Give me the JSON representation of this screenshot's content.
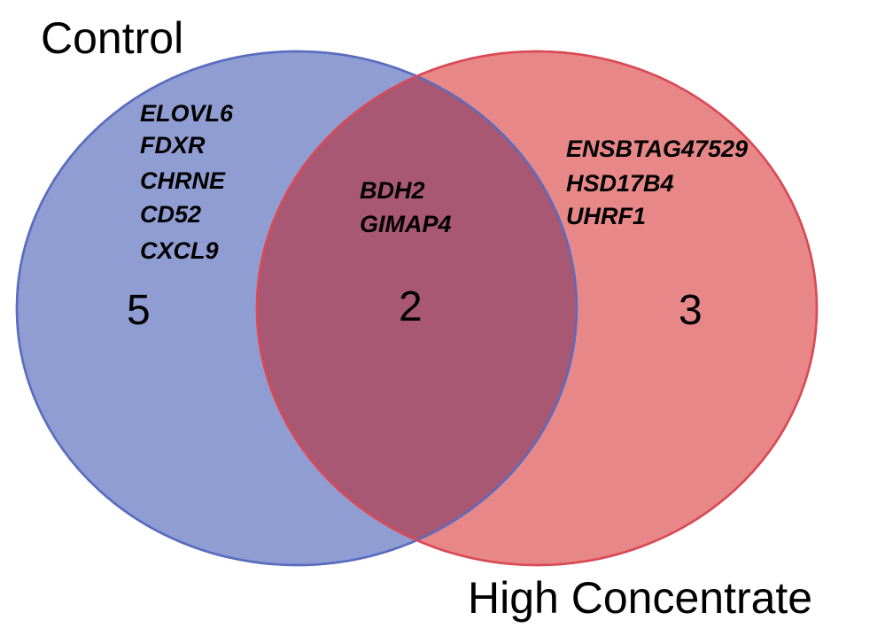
{
  "sets": [
    {
      "name": "Control",
      "fill": "#8f9dd3",
      "stroke": "#5a6cbf"
    },
    {
      "name": "High Concentrate",
      "fill": "#e88787",
      "stroke": "#d94a55"
    }
  ],
  "overlap_fill": "#a95873",
  "regions": {
    "control_only": {
      "count": "5",
      "genes": [
        "ELOVL6",
        "FDXR",
        "CHRNE",
        "CD52",
        "CXCL9"
      ]
    },
    "shared": {
      "count": "2",
      "genes": [
        "BDH2",
        "GIMAP4"
      ]
    },
    "high_concentrate_only": {
      "count": "3",
      "genes": [
        "ENSBTAG47529",
        "HSD17B4",
        "UHRF1"
      ]
    }
  }
}
